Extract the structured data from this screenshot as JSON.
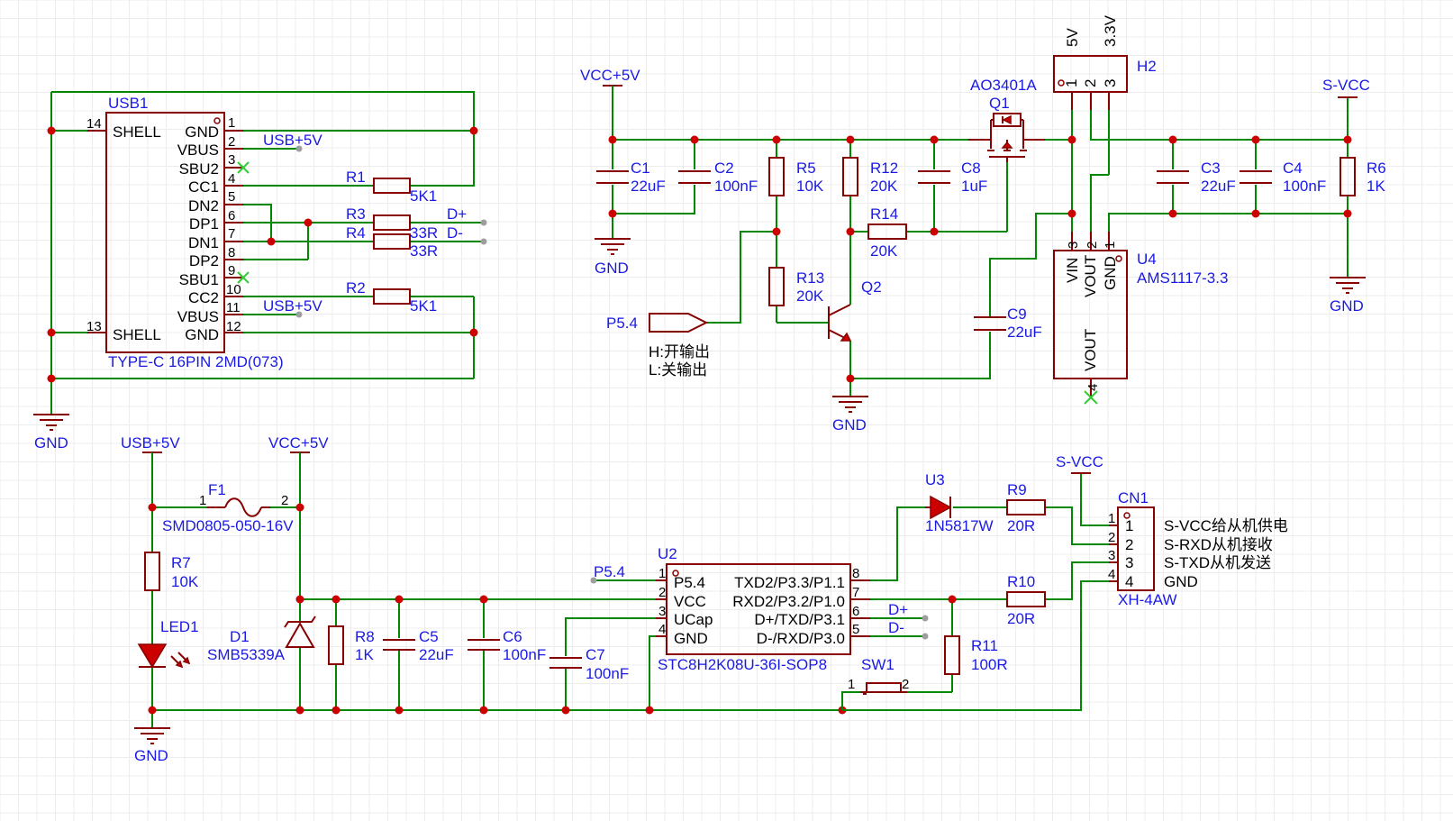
{
  "colors": {
    "wire": "#008800",
    "part": "#880000",
    "junction": "#cc0000",
    "label": "#1a1ae6",
    "noconnect": "#33cc33"
  },
  "usb1": {
    "ref": "USB1",
    "model": "TYPE-C 16PIN 2MD(073)",
    "shell_top": "SHELL",
    "shell_bottom": "SHELL",
    "shell_top_num": "14",
    "shell_bottom_num": "13",
    "pins": [
      {
        "num": "1",
        "name": "GND"
      },
      {
        "num": "2",
        "name": "VBUS"
      },
      {
        "num": "3",
        "name": "SBU2"
      },
      {
        "num": "4",
        "name": "CC1"
      },
      {
        "num": "5",
        "name": "DN2"
      },
      {
        "num": "6",
        "name": "DP1"
      },
      {
        "num": "7",
        "name": "DN1"
      },
      {
        "num": "8",
        "name": "DP2"
      },
      {
        "num": "9",
        "name": "SBU1"
      },
      {
        "num": "10",
        "name": "CC2"
      },
      {
        "num": "11",
        "name": "VBUS"
      },
      {
        "num": "12",
        "name": "GND"
      }
    ],
    "net_vbus_top": "USB+5V",
    "net_vbus_bottom": "USB+5V",
    "gnd": "GND"
  },
  "usb_resistors": {
    "r1_ref": "R1",
    "r1_val": "5K1",
    "r2_ref": "R2",
    "r2_val": "5K1",
    "r3_ref": "R3",
    "r3_val": "33R",
    "r4_ref": "R4",
    "r4_val": "33R",
    "dp_net": "D+",
    "dm_net": "D-"
  },
  "switch_section": {
    "vcc_net": "VCC+5V",
    "gnd_left": "GND",
    "gnd_q2": "GND",
    "c1_ref": "C1",
    "c1_val": "22uF",
    "c2_ref": "C2",
    "c2_val": "100nF",
    "r5_ref": "R5",
    "r5_val": "10K",
    "r12_ref": "R12",
    "r12_val": "20K",
    "c8_ref": "C8",
    "c8_val": "1uF",
    "r14_ref": "R14",
    "r14_val": "20K",
    "r13_ref": "R13",
    "r13_val": "20K",
    "q1_ref": "Q1",
    "q1_part": "AO3401A",
    "q2_ref": "Q2",
    "c9_ref": "C9",
    "c9_val": "22uF",
    "p54_label": "P5.4",
    "note_h": "H:开输出",
    "note_l": "L:关输出"
  },
  "header_h2": {
    "ref": "H2",
    "top_5v": "5V",
    "top_33v": "3.3V",
    "pins": [
      "1",
      "2",
      "3"
    ]
  },
  "ldo": {
    "ref": "U4",
    "part": "AMS1117-3.3",
    "pin_vin": "VIN",
    "pin_vout": "VOUT",
    "pin_gnd": "GND",
    "pin_vout_tab": "VOUT",
    "pin_nums": [
      "3",
      "2",
      "1",
      "4"
    ],
    "svcc": "S-VCC",
    "gnd": "GND",
    "c3_ref": "C3",
    "c3_val": "22uF",
    "c4_ref": "C4",
    "c4_val": "100nF",
    "r6_ref": "R6",
    "r6_val": "1K"
  },
  "power_in": {
    "usb5v": "USB+5V",
    "vcc5v": "VCC+5V",
    "f1_ref": "F1",
    "f1_part": "SMD0805-050-16V",
    "f1_pin1": "1",
    "f1_pin2": "2",
    "r7_ref": "R7",
    "r7_val": "10K",
    "led_ref": "LED1",
    "d1_ref": "D1",
    "d1_part": "SMB5339A",
    "r8_ref": "R8",
    "r8_val": "1K",
    "c5_ref": "C5",
    "c5_val": "22uF",
    "c6_ref": "C6",
    "c6_val": "100nF",
    "c7_ref": "C7",
    "c7_val": "100nF",
    "gnd": "GND"
  },
  "mcu": {
    "ref": "U2",
    "part": "STC8H2K08U-36I-SOP8",
    "p54_net": "P5.4",
    "left_pins": [
      {
        "num": "1",
        "name": "P5.4"
      },
      {
        "num": "2",
        "name": "VCC"
      },
      {
        "num": "3",
        "name": "UCap"
      },
      {
        "num": "4",
        "name": "GND"
      }
    ],
    "right_pins": [
      {
        "num": "8",
        "name": "TXD2/P3.3/P1.1"
      },
      {
        "num": "7",
        "name": "RXD2/P3.2/P1.0"
      },
      {
        "num": "6",
        "name": "D+/TXD/P3.1"
      },
      {
        "num": "5",
        "name": "D-/RXD/P3.0"
      }
    ],
    "dp_net": "D+",
    "dm_net": "D-"
  },
  "output_side": {
    "u3_ref": "U3",
    "u3_part": "1N5817W",
    "r9_ref": "R9",
    "r9_val": "20R",
    "r10_ref": "R10",
    "r10_val": "20R",
    "r11_ref": "R11",
    "r11_val": "100R",
    "sw_ref": "SW1",
    "sw_pin1": "1",
    "sw_pin2": "2",
    "svcc": "S-VCC",
    "cn_ref": "CN1",
    "cn_part": "XH-4AW",
    "cn_pins": [
      "1",
      "2",
      "3",
      "4"
    ],
    "cn_labels": [
      "S-VCC给从机供电",
      "S-RXD从机接收",
      "S-TXD从机发送",
      "GND"
    ]
  }
}
